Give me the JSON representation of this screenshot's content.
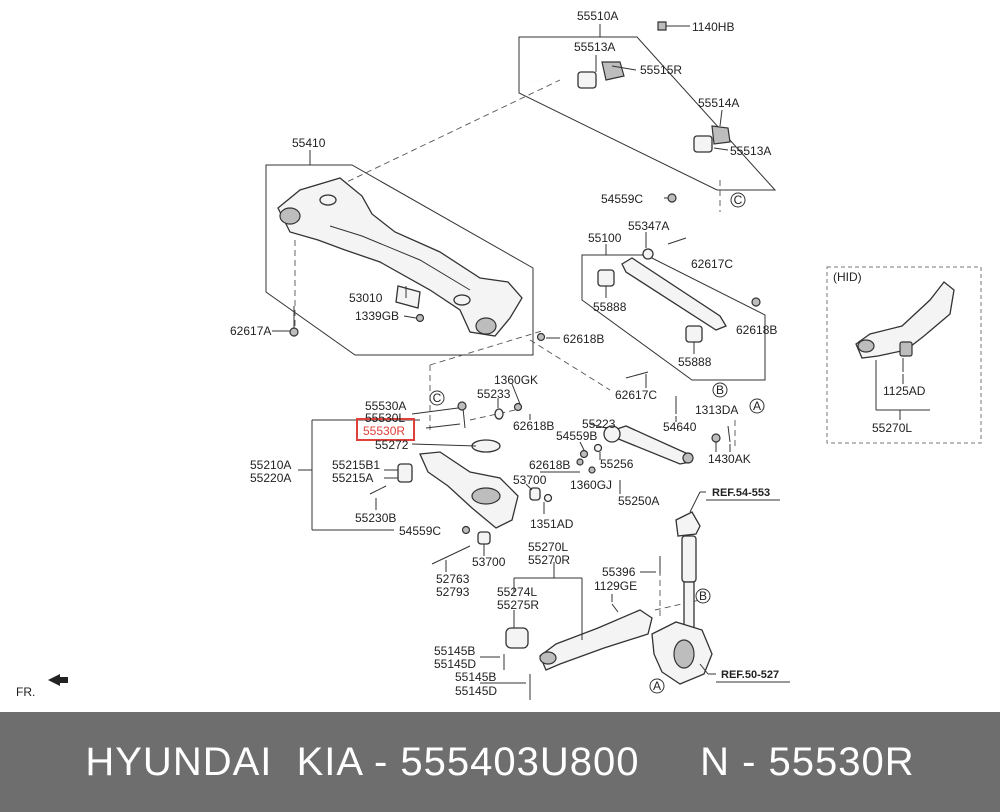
{
  "footer": {
    "text": "HYUNDAI  KIA - 555403U800     N - 55530R"
  },
  "diagram": {
    "fr_label": "FR.",
    "hid_label": "(HID)",
    "ref_upper": "REF.54-553",
    "ref_lower": "REF.50-527",
    "markers": {
      "a": "A",
      "b": "B",
      "c": "C"
    },
    "highlight": "55530R",
    "labels": {
      "l55510A": "55510A",
      "l1140HB": "1140HB",
      "l55513A_1": "55513A",
      "l55515R": "55515R",
      "l55514A": "55514A",
      "l55513A_2": "55513A",
      "l54559C_1": "54559C",
      "l55410": "55410",
      "l53010": "53010",
      "l1339GB": "1339GB",
      "l62617A": "62617A",
      "l62618B_1": "62618B",
      "l55347A": "55347A",
      "l55100": "55100",
      "l62617C_1": "62617C",
      "l55888_1": "55888",
      "l62618B_2": "62618B",
      "l55888_2": "55888",
      "l62617C_2": "62617C",
      "l1360GK": "1360GK",
      "l55233": "55233",
      "l55530A": "55530A",
      "l55530L": "55530L",
      "l62618B_3": "62618B",
      "l55272": "55272",
      "l54640": "54640",
      "l1313DA": "1313DA",
      "l55223": "55223",
      "l54559B": "54559B",
      "l55256": "55256",
      "l1430AK": "1430AK",
      "l55210A": "55210A",
      "l55220A": "55220A",
      "l55215B1": "55215B1",
      "l55215A": "55215A",
      "l62618B_4": "62618B",
      "l53700_1": "53700",
      "l1360GJ": "1360GJ",
      "l55250A": "55250A",
      "l55230B": "55230B",
      "l1351AD": "1351AD",
      "l54559C_2": "54559C",
      "l53700_2": "53700",
      "l52763": "52763",
      "l52793": "52793",
      "l55270L": "55270L",
      "l55270R": "55270R",
      "l55396": "55396",
      "l1129GE": "1129GE",
      "l55274L": "55274L",
      "l55275R": "55275R",
      "l55145B_1": "55145B",
      "l55145D_1": "55145D",
      "l55145B_2": "55145B",
      "l55145D_2": "55145D",
      "l1125AD": "1125AD",
      "l55270L_hid": "55270L"
    }
  }
}
